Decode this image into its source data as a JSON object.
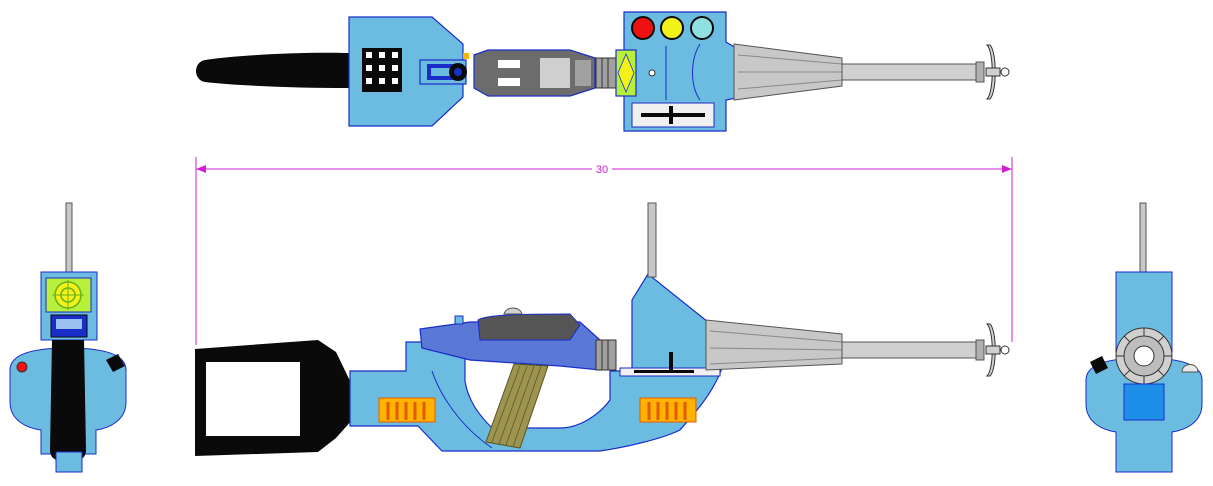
{
  "dimension": {
    "label": "30",
    "color": "#d21fd2"
  },
  "colors": {
    "body_blue": "#6bbce0",
    "outline_blue": "#1b2dc8",
    "grip_black": "#0a0a0a",
    "cone_grey": "#c8c8c8",
    "barrel_grey": "#d0d0d0",
    "screen_green": "#b6f03a",
    "screen_yellow": "#f2f218",
    "vent_orange": "#ffb300",
    "vent_red": "#e45a00",
    "light_red": "#ee1111",
    "light_yellow": "#f2f21a",
    "light_cyan": "#8fe0e0",
    "trigger_olive": "#9c9450",
    "square_blue": "#1d8fe8",
    "dimension_magenta": "#d21fd2"
  },
  "views": {
    "top": {
      "name": "top-view"
    },
    "side": {
      "name": "side-view"
    },
    "rear": {
      "name": "rear-view"
    },
    "front": {
      "name": "front-view"
    }
  }
}
